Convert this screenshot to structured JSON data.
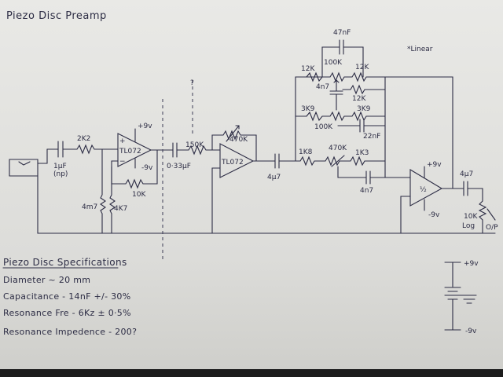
{
  "title": "Piezo Disc Preamp",
  "labels": {
    "c_1uf": "1µF",
    "c_1uf_np": "(np)",
    "r_2k2": "2K2",
    "opamp1": "TL072",
    "supply_p1": "+9v",
    "supply_m1": "-9v",
    "r_4m7": "4m7",
    "r_4k7": "4K7",
    "r_10k_fb": "10K",
    "c_033": "0·33µF",
    "r_150k": "150K",
    "opamp2": "TL072",
    "pot_470k": "470K",
    "c_4u7_a": "4µ7",
    "cap_47nf": "47nF",
    "r_12k_a": "12K",
    "r_12k_b": "12K",
    "pot_100k_top": "100K",
    "c_4n7_tone": "4n7",
    "r_12k_c": "12K",
    "r_3k9_a": "3K9",
    "r_3k9_b": "3K9",
    "pot_100k_mid": "100K",
    "c_22nf": "22nF",
    "r_1k8": "1K8",
    "pot_470k_b": "470K",
    "r_1k3": "1K3",
    "c_4n7_b": "4n7",
    "linear_note": "*Linear",
    "supply_p2": "+9v",
    "supply_m2": "-9v",
    "opamp3": "½",
    "c_4u7_b": "4µ7",
    "pot_10k": "10K",
    "pot_10k_log": "Log",
    "output": "O/P",
    "arrow_mark": "?",
    "batt_p": "+9v",
    "batt_m": "-9v"
  },
  "specs": {
    "heading": "Piezo Disc Specifications",
    "rows": [
      "Diameter  ~ 20 mm",
      "Capacitance - 14nF +/- 30%",
      "Resonance Fre - 6Kz ± 0·5%",
      "Resonance Impedence - 200?"
    ]
  }
}
